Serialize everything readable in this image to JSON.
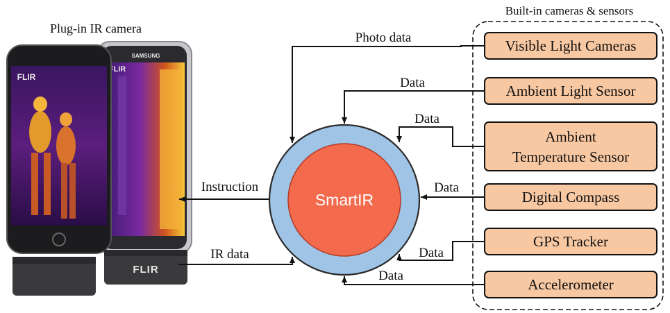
{
  "headers": {
    "plugin_camera": "Plug-in IR camera",
    "builtin_group": "Built-in cameras & sensors"
  },
  "center": {
    "label": "SmartIR"
  },
  "sensors": [
    {
      "lines": [
        "Visible Light Cameras"
      ]
    },
    {
      "lines": [
        "Ambient Light Sensor"
      ]
    },
    {
      "lines": [
        "Ambient",
        "Temperature Sensor"
      ]
    },
    {
      "lines": [
        "Digital Compass"
      ]
    },
    {
      "lines": [
        "GPS Tracker"
      ]
    },
    {
      "lines": [
        "Accelerometer"
      ]
    }
  ],
  "flows": {
    "photo_data": "Photo data",
    "ambient_light_data": "Data",
    "temperature_data": "Data",
    "compass_data": "Data",
    "gps_data": "Data",
    "accelerometer_data": "Data",
    "instruction": "Instruction",
    "ir_data": "IR data"
  },
  "device": {
    "brand_phone": "SAMSUNG",
    "camera_logo": "FLIR",
    "screen_logo_left": "FLIR",
    "screen_logo_right": "FLIR"
  },
  "colors": {
    "sensor_fill": "#f8c8a2",
    "ring_fill": "#9fc4e6",
    "core_fill": "#f36a4d",
    "group_border": "#111111"
  }
}
